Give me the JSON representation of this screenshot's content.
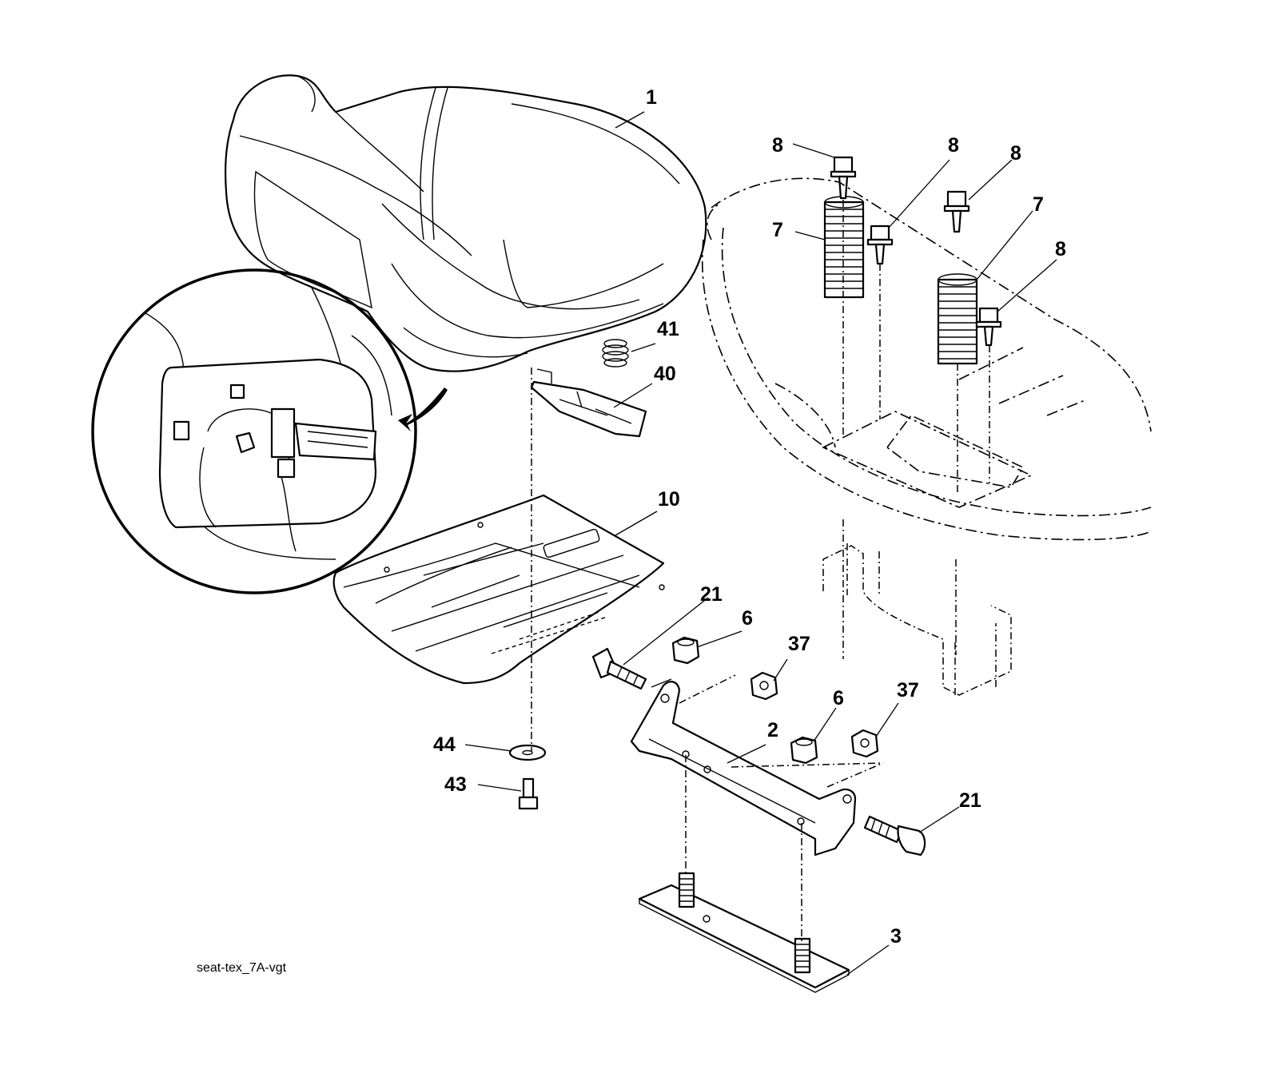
{
  "drawing_code": "seat-tex_7A-vgt",
  "callouts": {
    "seat": "1",
    "seat_pan": "10",
    "spring_41": "41",
    "clip_40": "40",
    "washer_44": "44",
    "bolt_43": "43",
    "bracket_2": "2",
    "plate_3": "3",
    "bolt_21_left": "21",
    "bolt_21_right": "21",
    "nut_6_left": "6",
    "nut_6_right": "6",
    "nut_37_left": "37",
    "nut_37_right": "37",
    "spring_7_left": "7",
    "spring_7_right": "7",
    "bolt_8_a": "8",
    "bolt_8_b": "8",
    "bolt_8_c": "8",
    "bolt_8_d": "8"
  }
}
